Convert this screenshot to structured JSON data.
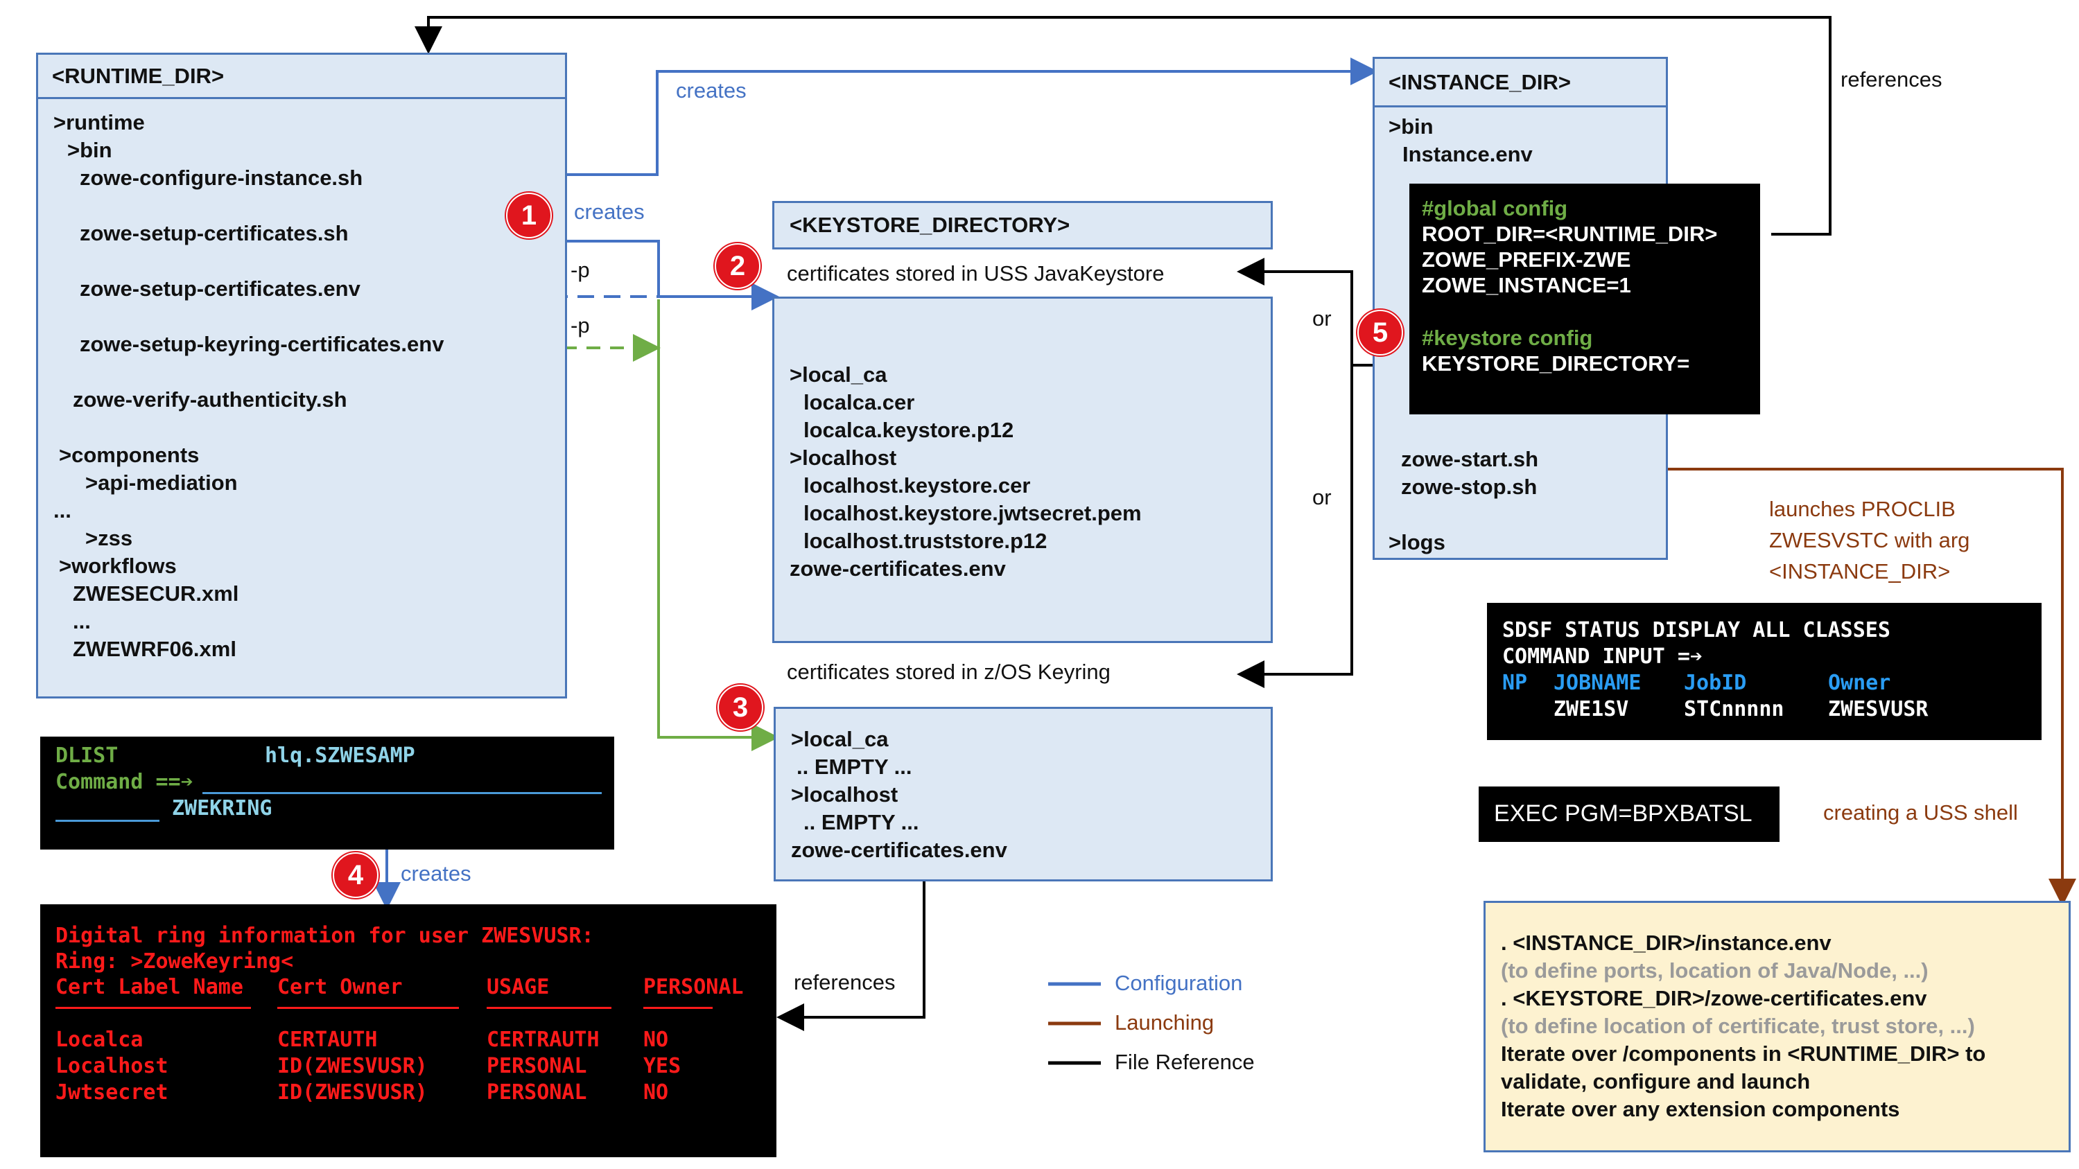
{
  "runtime": {
    "header": "<RUNTIME_DIR>",
    "lines": [
      ">runtime",
      ">bin",
      "zowe-configure-instance.sh",
      "zowe-setup-certificates.sh",
      "zowe-setup-certificates.env",
      "zowe-setup-keyring-certificates.env",
      "zowe-verify-authenticity.sh",
      ">components",
      ">api-mediation",
      "...",
      ">zss",
      ">workflows",
      "ZWESECUR.xml",
      "...",
      "ZWEWRF06.xml"
    ]
  },
  "instance": {
    "header": "<INSTANCE_DIR>",
    "lines": [
      ">bin",
      "Instance.env",
      "zowe-start.sh",
      "zowe-stop.sh",
      ">logs"
    ],
    "config": [
      "#global config",
      "ROOT_DIR=<RUNTIME_DIR>",
      "ZOWE_PREFIX-ZWE",
      "ZOWE_INSTANCE=1",
      "#keystore config",
      "KEYSTORE_DIRECTORY="
    ]
  },
  "keystore": {
    "header": "<KEYSTORE_DIRECTORY>",
    "uss_caption": "certificates stored in USS JavaKeystore",
    "uss_lines": [
      ">local_ca",
      "localca.cer",
      "localca.keystore.p12",
      ">localhost",
      "localhost.keystore.cer",
      "localhost.keystore.jwtsecret.pem",
      "localhost.truststore.p12",
      "zowe-certificates.env"
    ],
    "keyring_caption": "certificates stored in z/OS Keyring",
    "keyring_lines": [
      ">local_ca",
      ".. EMPTY ...",
      ">localhost",
      ".. EMPTY ...",
      "zowe-certificates.env"
    ]
  },
  "labels": {
    "creates": "creates",
    "references": "references",
    "or": "or",
    "p": "-p",
    "launches": [
      "launches PROCLIB",
      "ZWESVSTC with arg",
      "<INSTANCE_DIR>"
    ],
    "uss_shell": "creating a USS shell"
  },
  "steps": [
    "1",
    "2",
    "3",
    "4",
    "5"
  ],
  "dlist": {
    "label": "DLIST",
    "dataset": "hlq.SZWESAMP",
    "command": "Command ==➔",
    "member": "ZWEKRING"
  },
  "ring": {
    "lines": [
      "Digital ring information for user ZWESVUSR:",
      "Ring: >ZoweKeyring<"
    ],
    "columns": [
      "Cert Label Name",
      "Cert Owner",
      "USAGE",
      "PERSONAL"
    ],
    "rows": [
      [
        "Localca",
        "CERTAUTH",
        "CERTRAUTH",
        "NO"
      ],
      [
        "Localhost",
        "ID(ZWESVUSR)",
        "PERSONAL",
        "YES"
      ],
      [
        "Jwtsecret",
        "ID(ZWESVUSR)",
        "PERSONAL",
        "NO"
      ]
    ]
  },
  "sdsf": {
    "title": "SDSF STATUS DISPLAY ALL CLASSES",
    "command": "COMMAND INPUT =➔",
    "columns": [
      "NP",
      "JOBNAME",
      "JobID",
      "Owner"
    ],
    "row": [
      "ZWE1SV",
      "STCnnnnn",
      "ZWESVUSR"
    ]
  },
  "exec": "EXEC PGM=BPXBATSL",
  "script": [
    ". <INSTANCE_DIR>/instance.env",
    "(to define ports, location of Java/Node, ...)",
    ". <KEYSTORE_DIR>/zowe-certificates.env",
    "(to define location of certificate, trust store, ...)",
    "Iterate over /components in <RUNTIME_DIR> to",
    "validate, configure and launch",
    "Iterate over any extension components"
  ],
  "legend": [
    "Configuration",
    "Launching",
    "File Reference"
  ],
  "colors": {
    "configuration": "#4472c4",
    "launching": "#8b3a0f",
    "file_reference": "#000000",
    "green": "#6fad46",
    "step": "#e0161e"
  }
}
